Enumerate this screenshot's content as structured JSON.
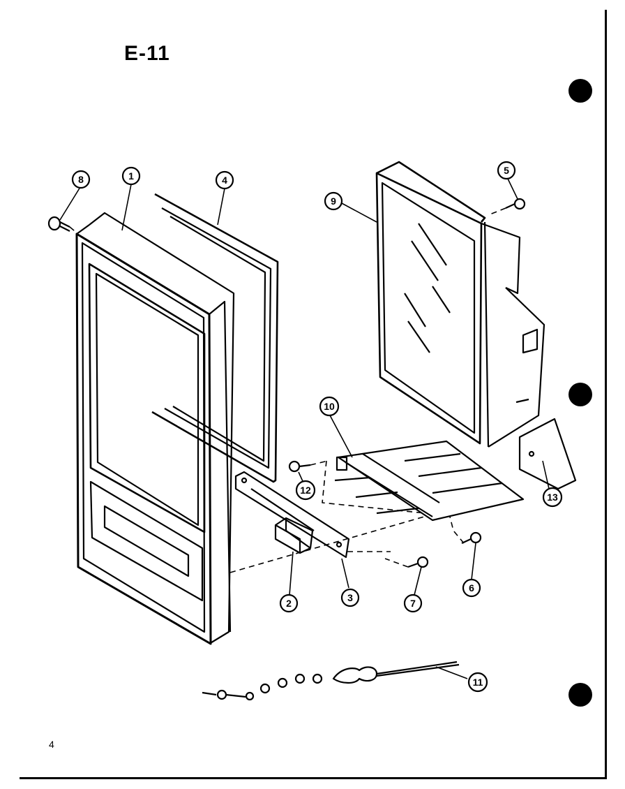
{
  "title": "E-11",
  "page_number": "4",
  "callouts": [
    {
      "id": "c1",
      "label": "1"
    },
    {
      "id": "c2",
      "label": "2"
    },
    {
      "id": "c3",
      "label": "3"
    },
    {
      "id": "c4",
      "label": "4"
    },
    {
      "id": "c5",
      "label": "5"
    },
    {
      "id": "c6",
      "label": "6"
    },
    {
      "id": "c7",
      "label": "7"
    },
    {
      "id": "c8",
      "label": "8"
    },
    {
      "id": "c9",
      "label": "9"
    },
    {
      "id": "c10",
      "label": "10"
    },
    {
      "id": "c11",
      "label": "11"
    },
    {
      "id": "c12",
      "label": "12"
    },
    {
      "id": "c13",
      "label": "13"
    }
  ],
  "colors": {
    "ink": "#000000",
    "paper": "#ffffff"
  }
}
